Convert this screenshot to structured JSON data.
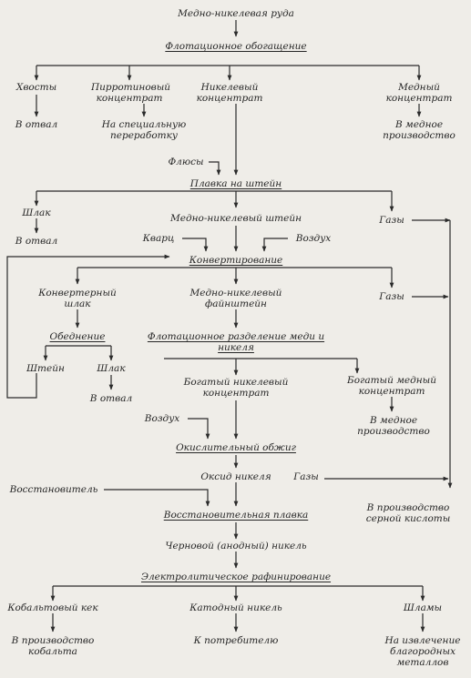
{
  "nodes": {
    "ore": "Медно-никелевая руда",
    "flotation": "Флотационное обогащение",
    "tails": "Хвосты",
    "pyrrhotite": "Пирротиновый концентрат",
    "nickel_conc": "Никелевый концентрат",
    "copper_conc": "Медный концентрат",
    "dump1": "В отвал",
    "special": "На специальную переработку",
    "copper_prod1": "В медное производство",
    "fluxes": "Флюсы",
    "matte_smelting": "Плавка на штейн",
    "slag1": "Шлак",
    "dump2": "В отвал",
    "cu_ni_matte": "Медно-никелевый штейн",
    "gases1": "Газы",
    "quartz": "Кварц",
    "air1": "Воздух",
    "converting": "Конвертирование",
    "converter_slag": "Конвертерный шлак",
    "fine_matte": "Медно-никелевый файнштейн",
    "gases2": "Газы",
    "depletion": "Обеднение",
    "matte2": "Штейн",
    "slag2": "Шлак",
    "dump3": "В отвал",
    "flot_separation": "Флотационное разделение меди и никеля",
    "rich_nickel": "Богатый никелевый концентрат",
    "rich_copper": "Богатый медный концентрат",
    "copper_prod2": "В медное производство",
    "air2": "Воздух",
    "oxid_roast": "Окислительный обжиг",
    "nickel_oxide": "Оксид никеля",
    "gases3": "Газы",
    "reducer": "Восстановитель",
    "sulfuric": "В производство серной кислоты",
    "red_smelting": "Восстановительная плавка",
    "crude_nickel": "Черновой (анодный) никель",
    "electrolytic": "Электролитическое рафинирование",
    "cobalt_cake": "Кобальтовый кек",
    "cathode_nickel": "Катодный никель",
    "slimes": "Шламы",
    "cobalt_prod": "В производство кобальта",
    "consumer": "К потребителю",
    "precious": "На извлечение благородных металлов"
  }
}
